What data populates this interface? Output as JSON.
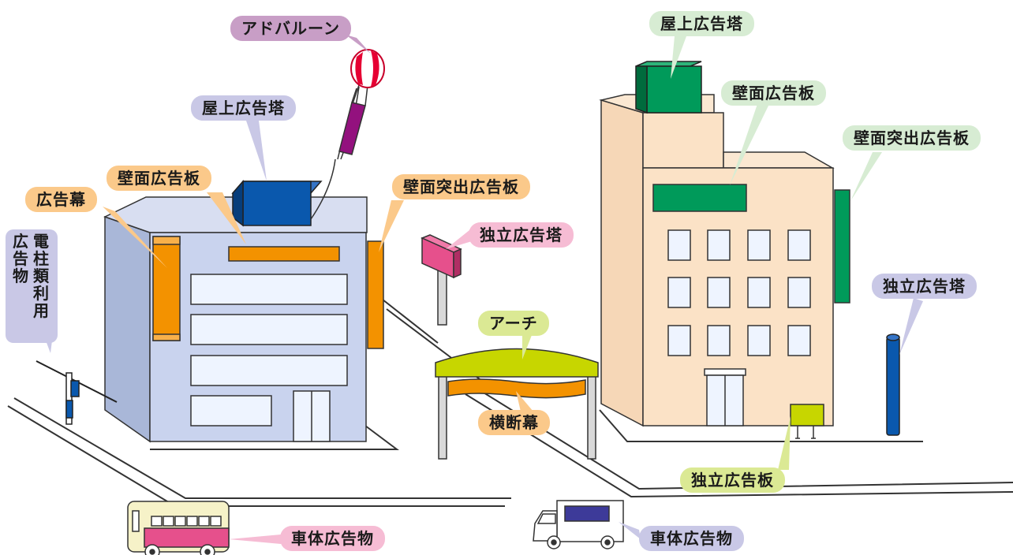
{
  "labels": {
    "ad_balloon": "アドバルーン",
    "rooftop_tower_left": "屋上広告塔",
    "wall_board_left": "壁面広告板",
    "ad_curtain": "広告幕",
    "utility_pole_ad": [
      "電柱類利用",
      "広告物"
    ],
    "wall_protruding_left": "壁面突出広告板",
    "freestanding_tower_mid": "独立広告塔",
    "arch": "アーチ",
    "banner": "横断幕",
    "rooftop_tower_right": "屋上広告塔",
    "wall_board_right": "壁面広告板",
    "wall_protruding_right": "壁面突出広告板",
    "freestanding_tower_right": "独立広告塔",
    "freestanding_board": "独立広告板",
    "vehicle_ad_bus": "車体広告物",
    "vehicle_ad_truck": "車体広告物"
  },
  "colors": {
    "label_orange": "#fbc98a",
    "label_lavender": "#c9c8e6",
    "label_mint": "#d7ecd3",
    "label_pink": "#f6bcd4",
    "label_purple": "#c89ec6",
    "label_lime": "#dbe994",
    "sign_orange": "#f39200",
    "sign_blue": "#0057a8",
    "sign_green": "#009a5a",
    "sign_pink": "#e6508c",
    "sign_lime": "#c7d600",
    "balloon_red": "#e60033",
    "balloon_purple": "#93117e"
  }
}
